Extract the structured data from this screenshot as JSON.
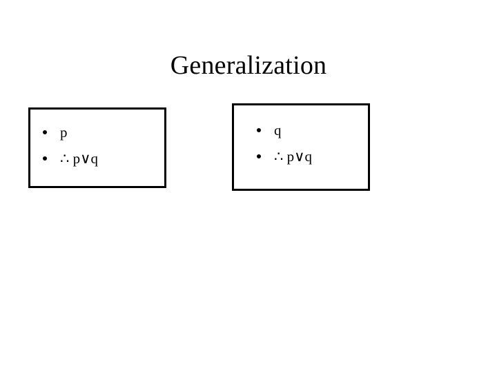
{
  "slide": {
    "title": "Generalization",
    "background_color": "#ffffff",
    "text_color": "#000000",
    "border_color": "#000000"
  },
  "boxes": [
    {
      "name": "left",
      "items": [
        {
          "marker": "bullet",
          "text": "p"
        },
        {
          "marker": "bullet",
          "text": "∴ p∨q"
        }
      ]
    },
    {
      "name": "right",
      "items": [
        {
          "marker": "bullet",
          "text": "q"
        },
        {
          "marker": "bullet",
          "text": "∴ p∨q"
        }
      ]
    }
  ]
}
